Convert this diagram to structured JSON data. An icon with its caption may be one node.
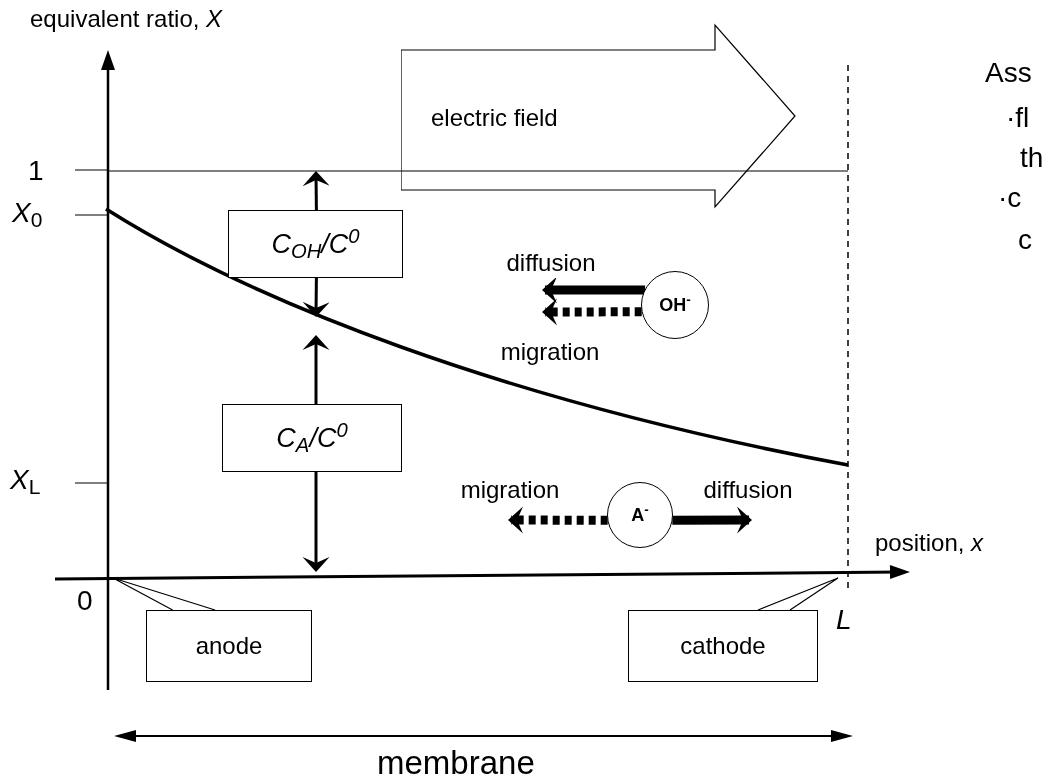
{
  "diagram": {
    "nodes": [
      {
        "text": [
          "electric field"
        ]
      },
      {
        "text": [
          "C$_{OH}$/C$^{0}$"
        ]
      },
      {
        "text": [
          "C$_{A}$/C$^{0}$"
        ]
      },
      {
        "text": [
          "OH$^{-}$"
        ]
      },
      {
        "text": [
          "A$^{-}$"
        ]
      },
      {
        "text": [
          "anode"
        ]
      },
      {
        "text": [
          "cathode"
        ]
      }
    ],
    "edges": [
      {
        "from": 1,
        "to": null,
        "arrow": "to"
      },
      {
        "from": 1,
        "to": null,
        "arrow": "to"
      },
      {
        "from": 2,
        "to": null,
        "arrow": "to"
      },
      {
        "from": 2,
        "to": null,
        "arrow": "to"
      },
      {
        "from": 3,
        "to": null,
        "arrow": "to",
        "label": "diffusion",
        "style": "thick"
      },
      {
        "from": 3,
        "to": null,
        "arrow": "to",
        "label": "migration",
        "style": "dashed"
      },
      {
        "from": 4,
        "to": null,
        "arrow": "to",
        "label": "migration",
        "style": "dashed"
      },
      {
        "from": 4,
        "to": null,
        "arrow": "to",
        "label": "diffusion",
        "style": "thick"
      },
      {
        "from": 5,
        "to": null,
        "arrow": "none"
      },
      {
        "from": 6,
        "to": null,
        "arrow": "none"
      }
    ],
    "labels": [
      "equivalent ratio, *X*",
      "1",
      "*X*$_{0}$",
      "*X*$_{L}$",
      "0",
      "L",
      "position, *x*",
      "membrane",
      "Ass",
      "·fl",
      "th",
      "·c",
      "c"
    ]
  }
}
